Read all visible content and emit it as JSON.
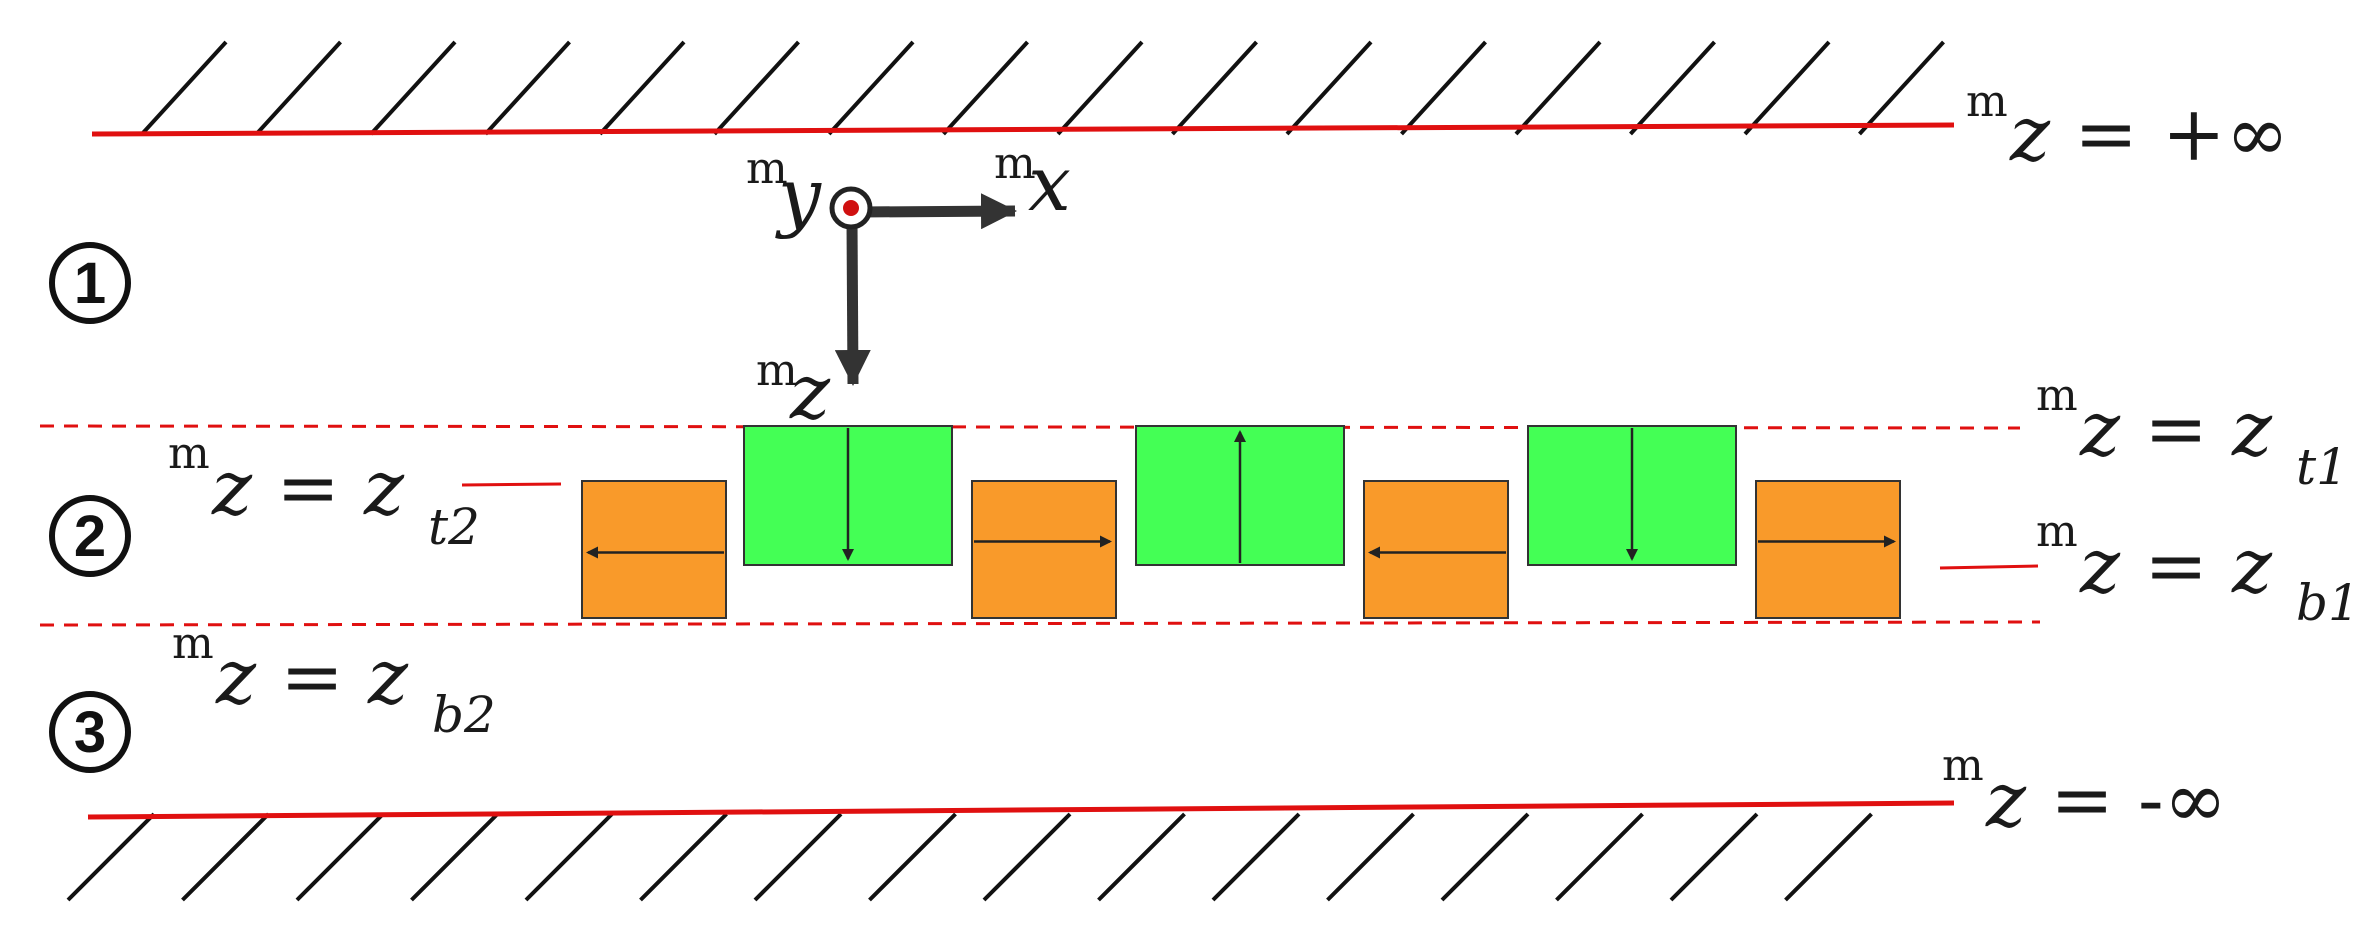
{
  "colors": {
    "boundary": "#e01010",
    "hatch": "#111111",
    "axis": "#333333",
    "axis_dot": "#d01010",
    "magnet_green": "#44ff55",
    "magnet_orange": "#f99a2a",
    "magnet_border": "#333333",
    "arrow": "#222222"
  },
  "regions": {
    "r1": "1",
    "r2": "2",
    "r3": "3"
  },
  "axes": {
    "y_sup": "m",
    "y": "y",
    "x_sup": "m",
    "x": "x",
    "z_sup": "m",
    "z": "z"
  },
  "labels": {
    "top_inf": {
      "sup": "m",
      "var": "z",
      "eq": " = +∞"
    },
    "bottom_inf": {
      "sup": "m",
      "var": "z",
      "eq": " = -∞"
    },
    "zt1": {
      "sup": "m",
      "var": "z",
      "eq": " = ",
      "rhs": "z",
      "sub": "t1"
    },
    "zb1": {
      "sup": "m",
      "var": "z",
      "eq": " = ",
      "rhs": "z",
      "sub": "b1"
    },
    "zt2": {
      "sup": "m",
      "var": "z",
      "eq": " = ",
      "rhs": "z",
      "sub": "t2"
    },
    "zb2": {
      "sup": "m",
      "var": "z",
      "eq": " = ",
      "rhs": "z",
      "sub": "b2"
    }
  },
  "magnets": [
    {
      "kind": "orange",
      "direction": "left"
    },
    {
      "kind": "green",
      "direction": "down"
    },
    {
      "kind": "orange",
      "direction": "right"
    },
    {
      "kind": "green",
      "direction": "up"
    },
    {
      "kind": "orange",
      "direction": "left"
    },
    {
      "kind": "green",
      "direction": "down"
    },
    {
      "kind": "orange",
      "direction": "right"
    }
  ]
}
